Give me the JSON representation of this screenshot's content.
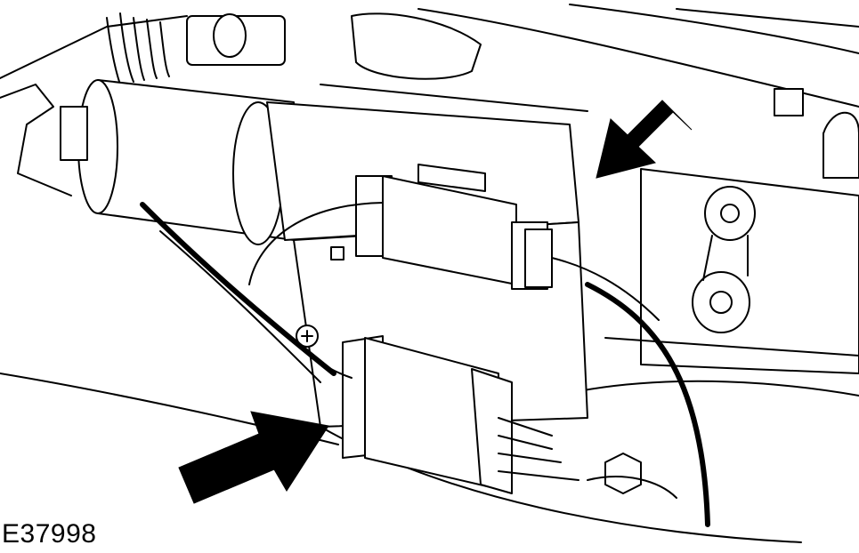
{
  "figure": {
    "reference_code": "E37998",
    "callouts": [
      {
        "name": "upper-arrow",
        "points_to": "small-electrical-connector"
      },
      {
        "name": "lower-arrow",
        "points_to": "large-electrical-connector"
      }
    ]
  },
  "colors": {
    "line": "#000000",
    "background": "#ffffff",
    "arrow_fill": "#000000"
  }
}
